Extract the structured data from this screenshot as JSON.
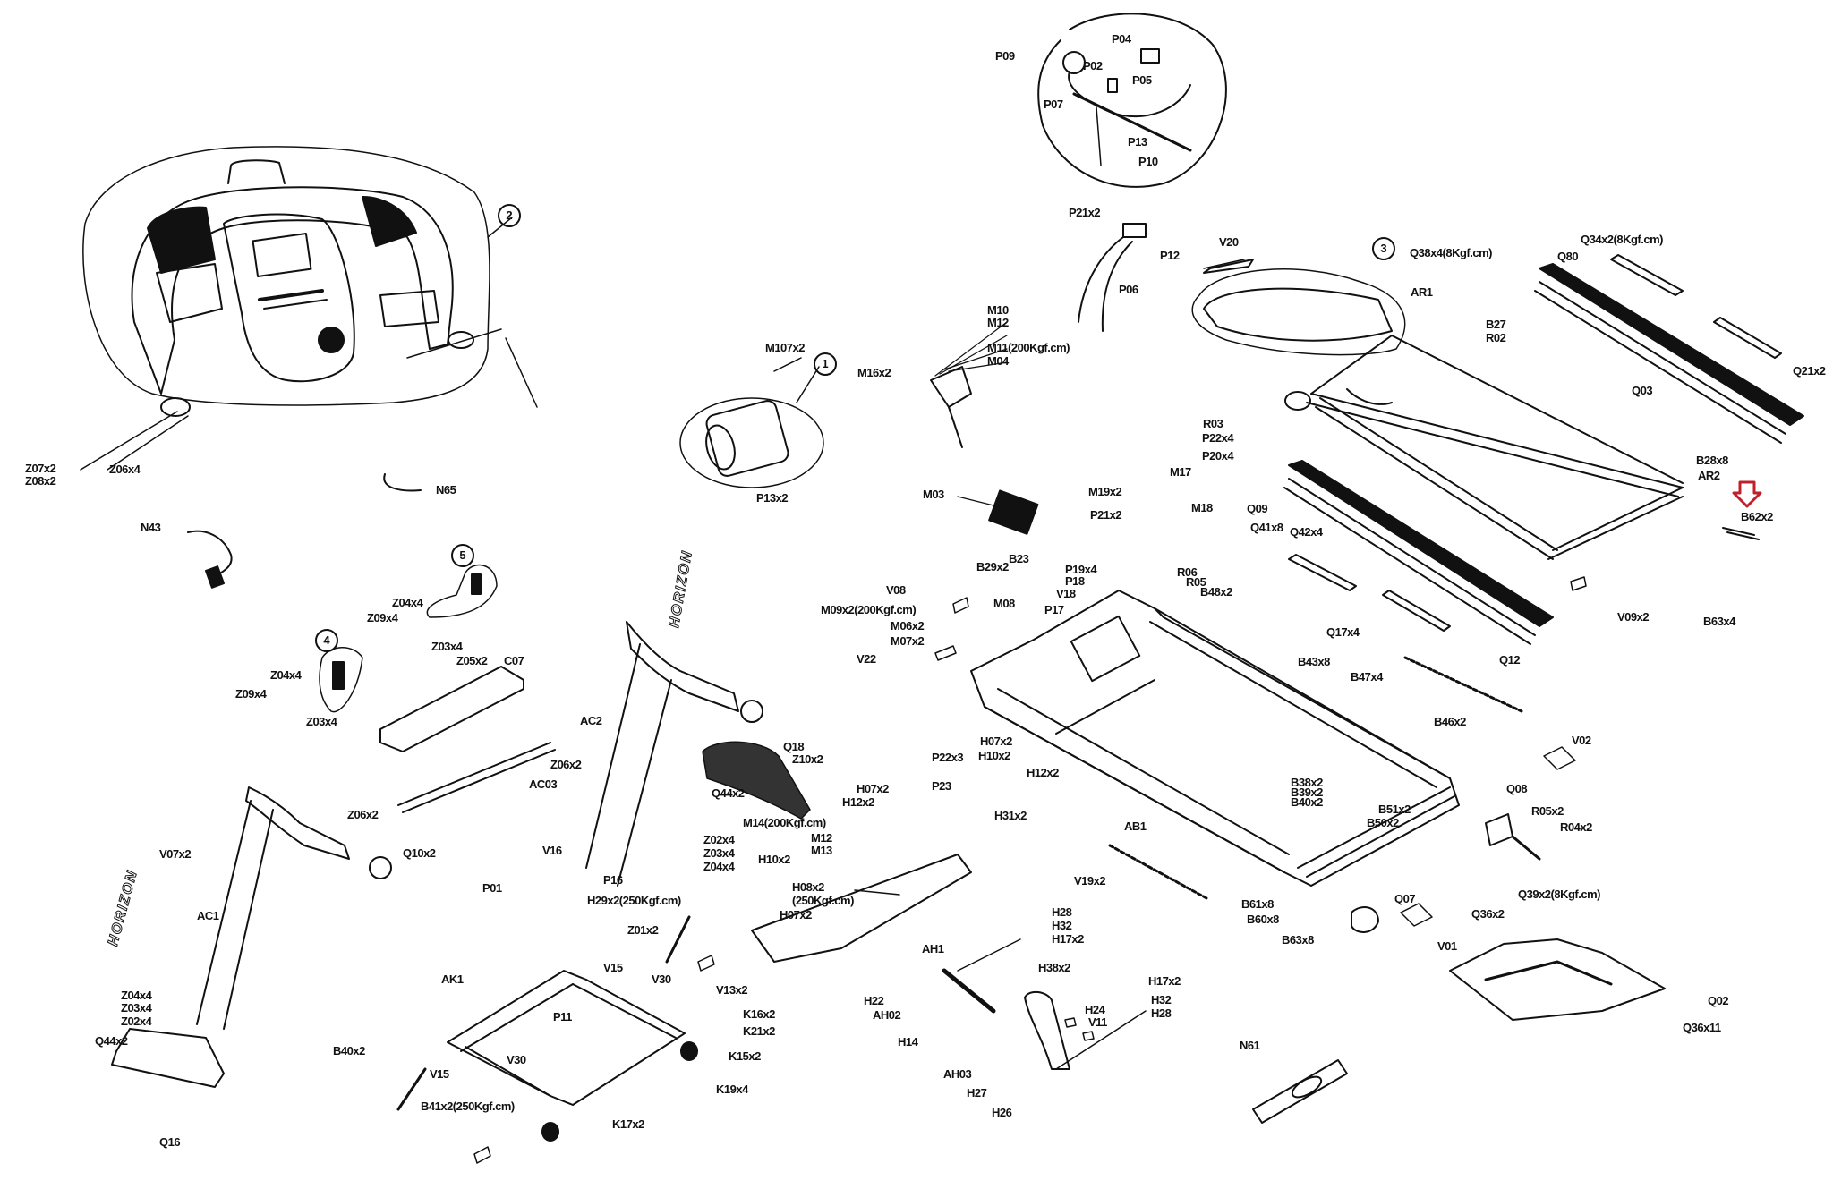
{
  "diagram": {
    "title": "Treadmill exploded parts diagram",
    "highlight_color": "#c0202a",
    "highlighted_part": "B62x2",
    "assembly_callouts": [
      "1",
      "2",
      "3",
      "4",
      "5"
    ],
    "brand_text": "HORIZON",
    "labels": {
      "p09": "P09",
      "p04": "P04",
      "p02": "P02",
      "p05": "P05",
      "p07": "P07",
      "p13": "P13",
      "p10": "P10",
      "p21x2_top": "P21x2",
      "p12": "P12",
      "p06": "P06",
      "v20": "V20",
      "q38x4": "Q38x4(8Kgf.cm)",
      "q34x2": "Q34x2(8Kgf.cm)",
      "q80": "Q80",
      "ar1": "AR1",
      "b27": "B27",
      "r02": "R02",
      "q03": "Q03",
      "q21x2": "Q21x2",
      "m10": "M10",
      "m12_top": "M12",
      "m11": "M11(200Kgf.cm)",
      "m04": "M04",
      "m16x2": "M16x2",
      "m107x2": "M107x2",
      "p13x2": "P13x2",
      "m03": "M03",
      "p21x2_mid": "P21x2",
      "m19x2": "M19x2",
      "m17": "M17",
      "m18": "M18",
      "r03": "R03",
      "p22x4": "P22x4",
      "p20x4": "P20x4",
      "q09": "Q09",
      "q41x8": "Q41x8",
      "q42x4": "Q42x4",
      "b28x8": "B28x8",
      "ar2": "AR2",
      "b62x2": "B62x2",
      "v09x2": "V09x2",
      "b63x4": "B63x4",
      "q17x4": "Q17x4",
      "q12": "Q12",
      "z07x2": "Z07x2",
      "z08x2": "Z08x2",
      "z06x4_console": "Z06x4",
      "n65": "N65",
      "n43": "N43",
      "b29x2": "B29x2",
      "b23": "B23",
      "p19x4": "P19x4",
      "p18": "P18",
      "v18": "V18",
      "p17": "P17",
      "r06": "R06",
      "r05": "R05",
      "b48x2_top": "B48x2",
      "v08": "V08",
      "m08": "M08",
      "m09x2": "M09x2(200Kgf.cm)",
      "m06x2": "M06x2",
      "m07x2": "M07x2",
      "v22": "V22",
      "b43x8": "B43x8",
      "b47x4": "B47x4",
      "b46x2": "B46x2",
      "b38x2": "B38x2",
      "b39x2": "B39x2",
      "b40x2_frame": "B40x2",
      "b51x2": "B51x2",
      "b50x2": "B50x2",
      "ab1": "AB1",
      "v19x2": "V19x2",
      "b61x8": "B61x8",
      "b60x8": "B60x8",
      "b63x8": "B63x8",
      "v02": "V02",
      "q08": "Q08",
      "r05x2": "R05x2",
      "r04x2": "R04x2",
      "q39x2": "Q39x2(8Kgf.cm)",
      "q36x2": "Q36x2",
      "q07": "Q07",
      "v01": "V01",
      "q02": "Q02",
      "q36x11": "Q36x11",
      "z04x4_a": "Z04x4",
      "z09x4_a": "Z09x4",
      "z03x4_a": "Z03x4",
      "z04x4_b": "Z04x4",
      "z09x4_b": "Z09x4",
      "z03x4_b": "Z03x4",
      "z05x2": "Z05x2",
      "c07": "C07",
      "z06x2_a": "Z06x2",
      "ac03": "AC03",
      "z06x2_b": "Z06x2",
      "ac2": "AC2",
      "q18": "Q18",
      "z10x2": "Z10x2",
      "q44x2_mid": "Q44x2",
      "q10x2": "Q10x2",
      "z02x4_mid": "Z02x4",
      "z03x4_mid": "Z03x4",
      "z04x4_mid": "Z04x4",
      "v16": "V16",
      "p01": "P01",
      "p16": "P16",
      "p22x3": "P22x3",
      "p23": "P23",
      "h07x2_a": "H07x2",
      "h10x2_a": "H10x2",
      "h12x2_a": "H12x2",
      "h07x2_b": "H07x2",
      "h12x2_b": "H12x2",
      "h31x2": "H31x2",
      "m14": "M14(200Kgf.cm)",
      "m12_mid": "M12",
      "m13": "M13",
      "h10x2_b": "H10x2",
      "h08x2": "H08x2",
      "h08x2_torque": "(250Kgf.cm)",
      "h07x2_c": "H07x2",
      "ah1": "AH1",
      "v07x2": "V07x2",
      "ac1": "AC1",
      "z04x4_low": "Z04x4",
      "z03x4_low": "Z03x4",
      "z02x4_low": "Z02x4",
      "q44x2_low": "Q44x2",
      "q16": "Q16",
      "h29x2": "H29x2(250Kgf.cm)",
      "z01x2": "Z01x2",
      "v15_a": "V15",
      "v30_a": "V30",
      "v13x2": "V13x2",
      "ak1": "AK1",
      "p11": "P11",
      "k16x2": "K16x2",
      "k21x2": "K21x2",
      "k15x2": "K15x2",
      "k19x4": "K19x4",
      "b40x2_base": "B40x2",
      "v15_b": "V15",
      "v30_b": "V30",
      "b41x2": "B41x2(250Kgf.cm)",
      "k17x2": "K17x2",
      "h28_a": "H28",
      "h32_a": "H32",
      "h17x2_a": "H17x2",
      "h38x2": "H38x2",
      "h22": "H22",
      "ah02": "AH02",
      "h14": "H14",
      "h24": "H24",
      "v11": "V11",
      "h17x2_b": "H17x2",
      "h32_b": "H32",
      "h28_b": "H28",
      "ah03": "AH03",
      "h27": "H27",
      "h26": "H26",
      "n61": "N61"
    }
  }
}
